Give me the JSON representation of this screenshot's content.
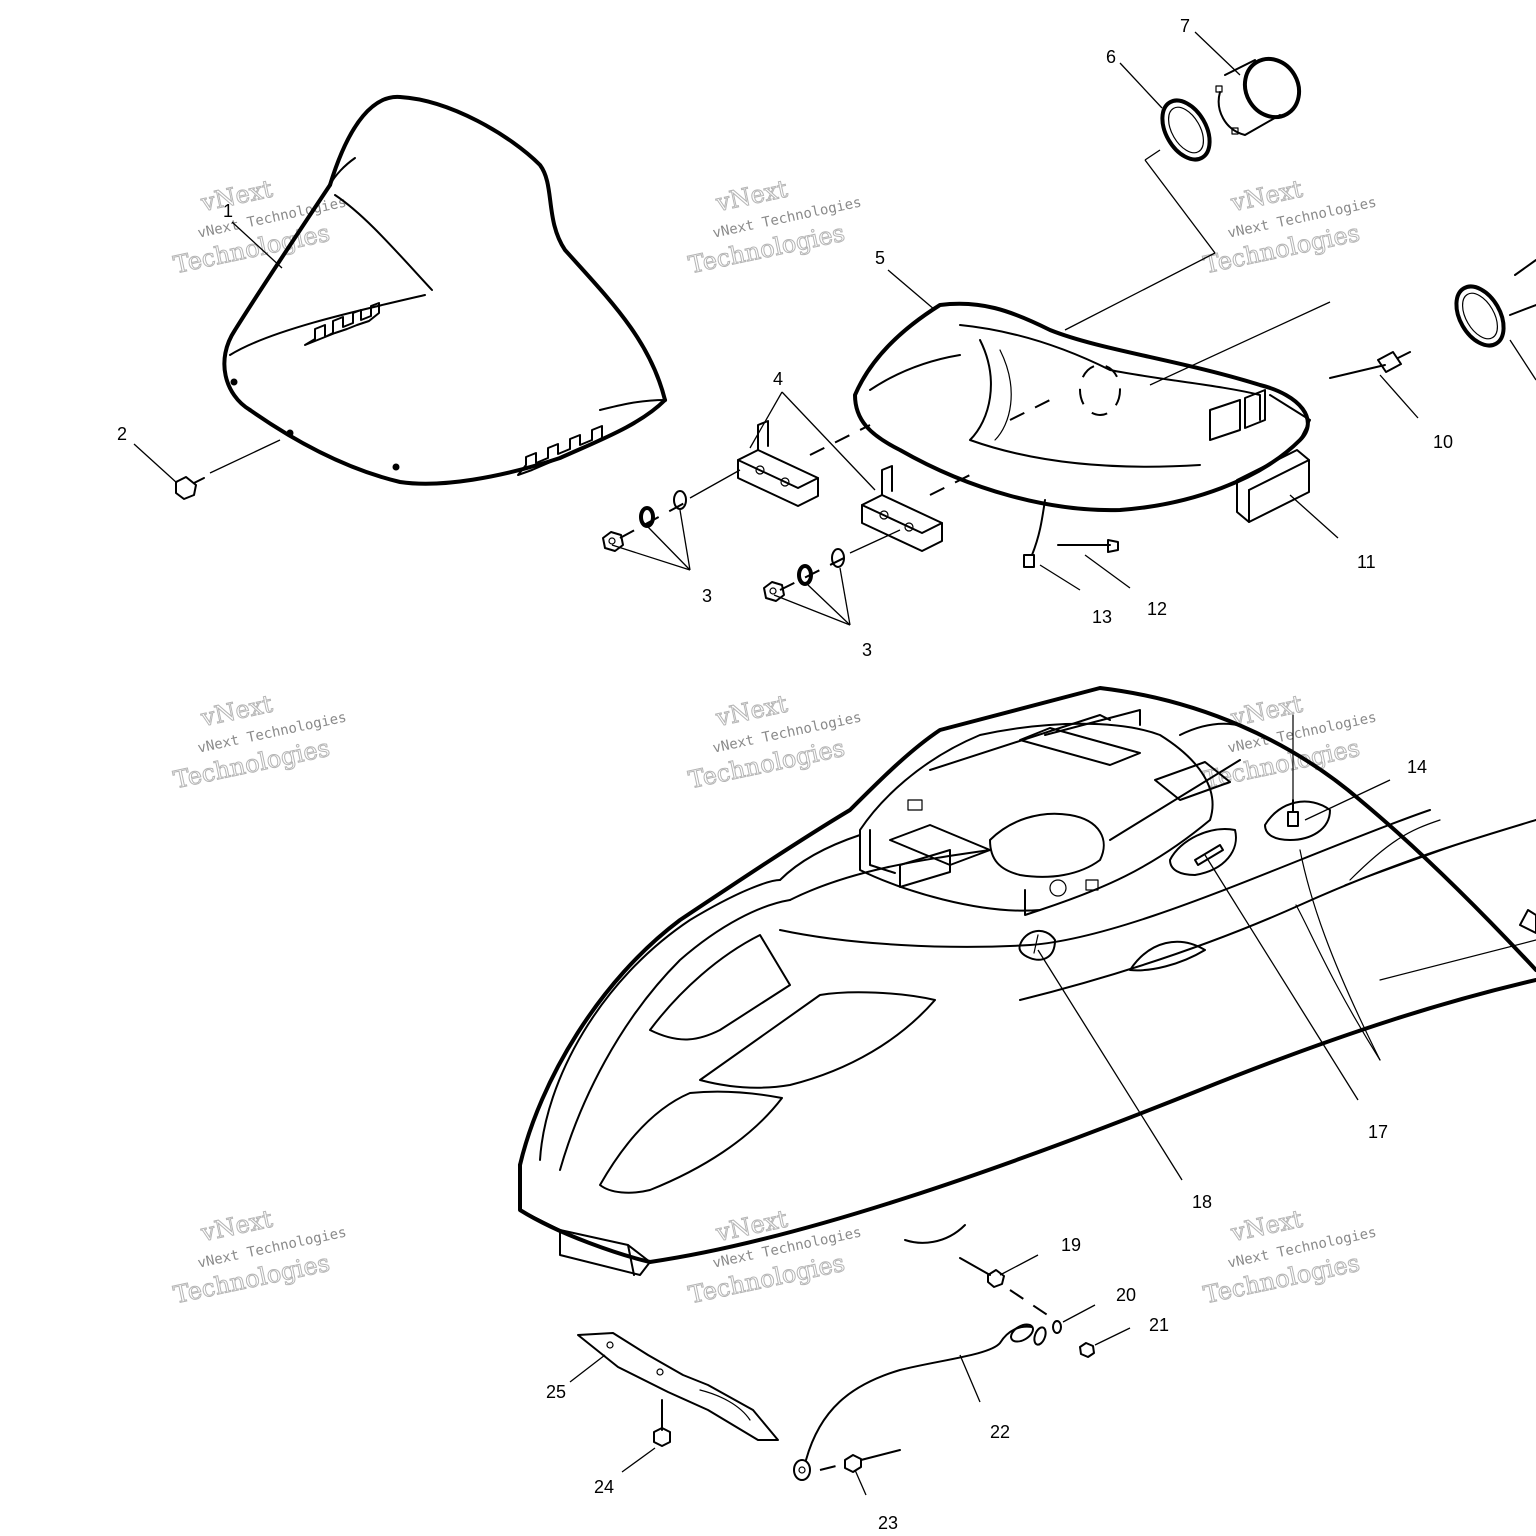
{
  "watermark": {
    "line1": "vNext",
    "line2": "vNext Technologies",
    "line3": "Technologies"
  },
  "callouts": {
    "c1": "1",
    "c2": "2",
    "c3a": "3",
    "c3b": "3",
    "c4": "4",
    "c5": "5",
    "c6": "6",
    "c7": "7",
    "c10": "10",
    "c11": "11",
    "c12": "12",
    "c13": "13",
    "c14": "14",
    "c17": "17",
    "c18": "18",
    "c19": "19",
    "c20": "20",
    "c21": "21",
    "c22": "22",
    "c23": "23",
    "c24": "24",
    "c25": "25"
  }
}
